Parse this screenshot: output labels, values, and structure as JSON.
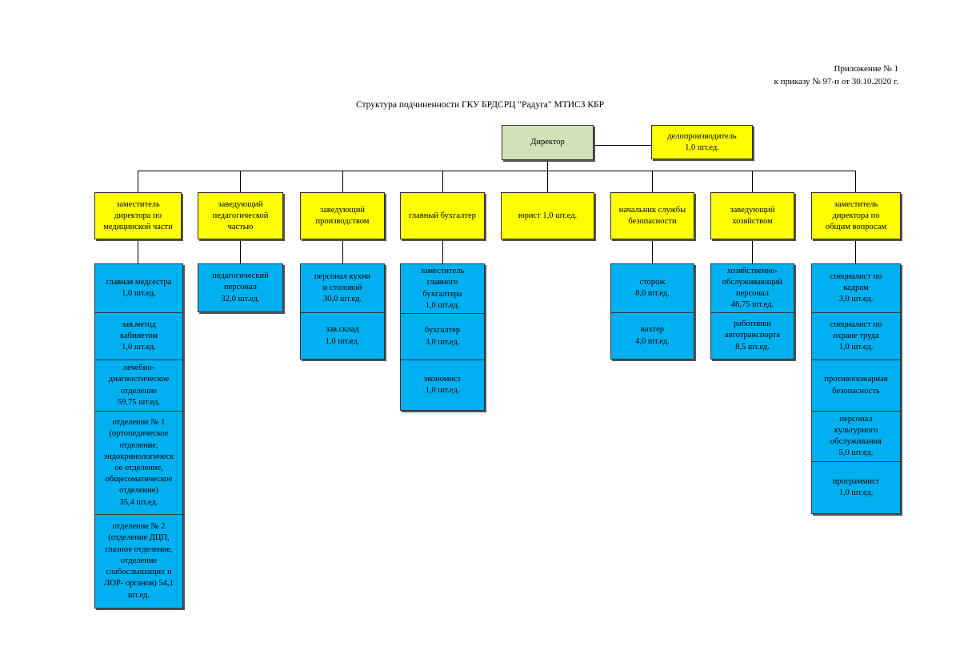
{
  "header": {
    "line1": "Приложение № 1",
    "line2": "к приказу № 97-п  от 30.10.2020 г."
  },
  "title": "Структура подчиненности ГКУ БРДСРЦ \"Радуга\" МТИСЗ КБР",
  "director": "Директор",
  "clerk": "делопроизводитель\n1,0 шт.ед.",
  "managers": [
    "заместитель\nдиректора по\nмедицинской части",
    "заведующий\nпедагогической\nчастью",
    "заведующий\nпроизводством",
    "главный бухгалтер",
    "юрист 1,0 шт.ед.",
    "начальник службы\nбезопасности",
    "заведующий\nхозяйством",
    "заместитель\nдиректора по\nобщим вопросам"
  ],
  "groups": {
    "medical": [
      "главная медсестра\n1,0 шт.ед.",
      "зав.метод\nкабинетом\n1,0 шт.ед.",
      "лечебно-\nдиагностическое\nотделение\n59,75 шт.ед.",
      "отделение № 1\n(ортопедическое\nотделение,\nэндокринологическ\nое отделение,\nобщесоматическое\nотделение)\n35,4 шт.ед.",
      "отделение № 2\n(отделение ДЦП,\nглазное отделение,\nотделение\nслабослышащих и\nЛОР- органов)  54,1\nшт.ед."
    ],
    "pedagogical": [
      "педагогический\nперсонал\n32,0 шт.ед."
    ],
    "production": [
      "персонал кухни\nи столовой\n30,0 шт.ед.",
      "зав.склад\n1,0 шт.ед."
    ],
    "accounting": [
      "заместитель\nглавного\nбухгалтера\n1,0 шт.ед.",
      "бухгалтер\n3,0 шт.ед.",
      "экономист\n1,0 шт.ед."
    ],
    "security": [
      "сторож\n8,0 шт.ед.",
      "вахтер\n4,0 шт.ед."
    ],
    "household": [
      "хозяйственно-\nобслуживающий\nперсонал\n46,75 шт.ед.",
      "работники\nавтотранспорта\n8,5 шт.ед."
    ],
    "general": [
      "специалист по\nкадрам\n3,0 шт.ед.",
      "специалист по\nохране труда\n1,0 шт.ед.",
      "противопожарная\nбезопасность",
      "персонал\nкультурного\nобслуживания\n5,0 шт.ед.",
      "программист\n1,0 шт.ед."
    ]
  }
}
